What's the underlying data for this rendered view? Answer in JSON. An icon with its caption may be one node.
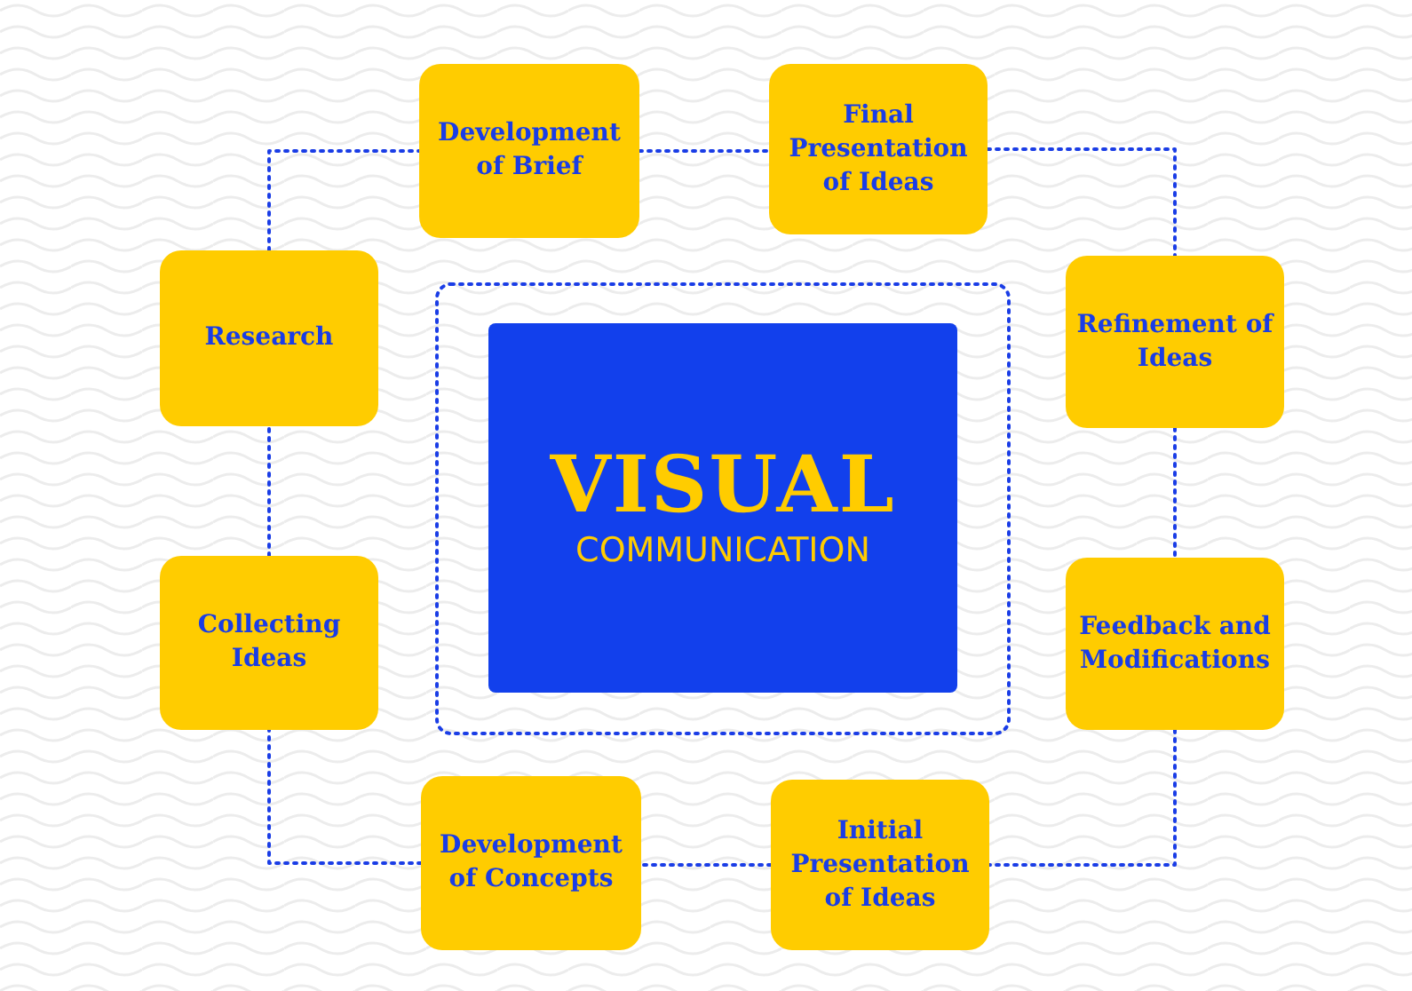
{
  "diagram": {
    "nodes": [
      {
        "text": [
          "Development of Brief"
        ]
      },
      {
        "text": [
          "Final Presentation of Ideas"
        ]
      },
      {
        "text": [
          "Research"
        ]
      },
      {
        "text": [
          "Refinement of Ideas"
        ]
      },
      {
        "text": [
          "VISUAL",
          "COMMUNICATION"
        ]
      },
      {
        "text": [
          "Collecting Ideas"
        ]
      },
      {
        "text": [
          "Feedback and Modifications"
        ]
      },
      {
        "text": [
          "Development of Concepts"
        ]
      },
      {
        "text": [
          "Initial Presentation of Ideas"
        ]
      }
    ],
    "edges": [
      {
        "from": 2,
        "to": 0,
        "arrow": "none"
      },
      {
        "from": 0,
        "to": 1,
        "arrow": "none"
      },
      {
        "from": 1,
        "to": 3,
        "arrow": "none"
      },
      {
        "from": 3,
        "to": 6,
        "arrow": "none"
      },
      {
        "from": 6,
        "to": 8,
        "arrow": "none"
      },
      {
        "from": 8,
        "to": 7,
        "arrow": "none"
      },
      {
        "from": 7,
        "to": 5,
        "arrow": "none"
      },
      {
        "from": 5,
        "to": 2,
        "arrow": "none"
      }
    ]
  }
}
